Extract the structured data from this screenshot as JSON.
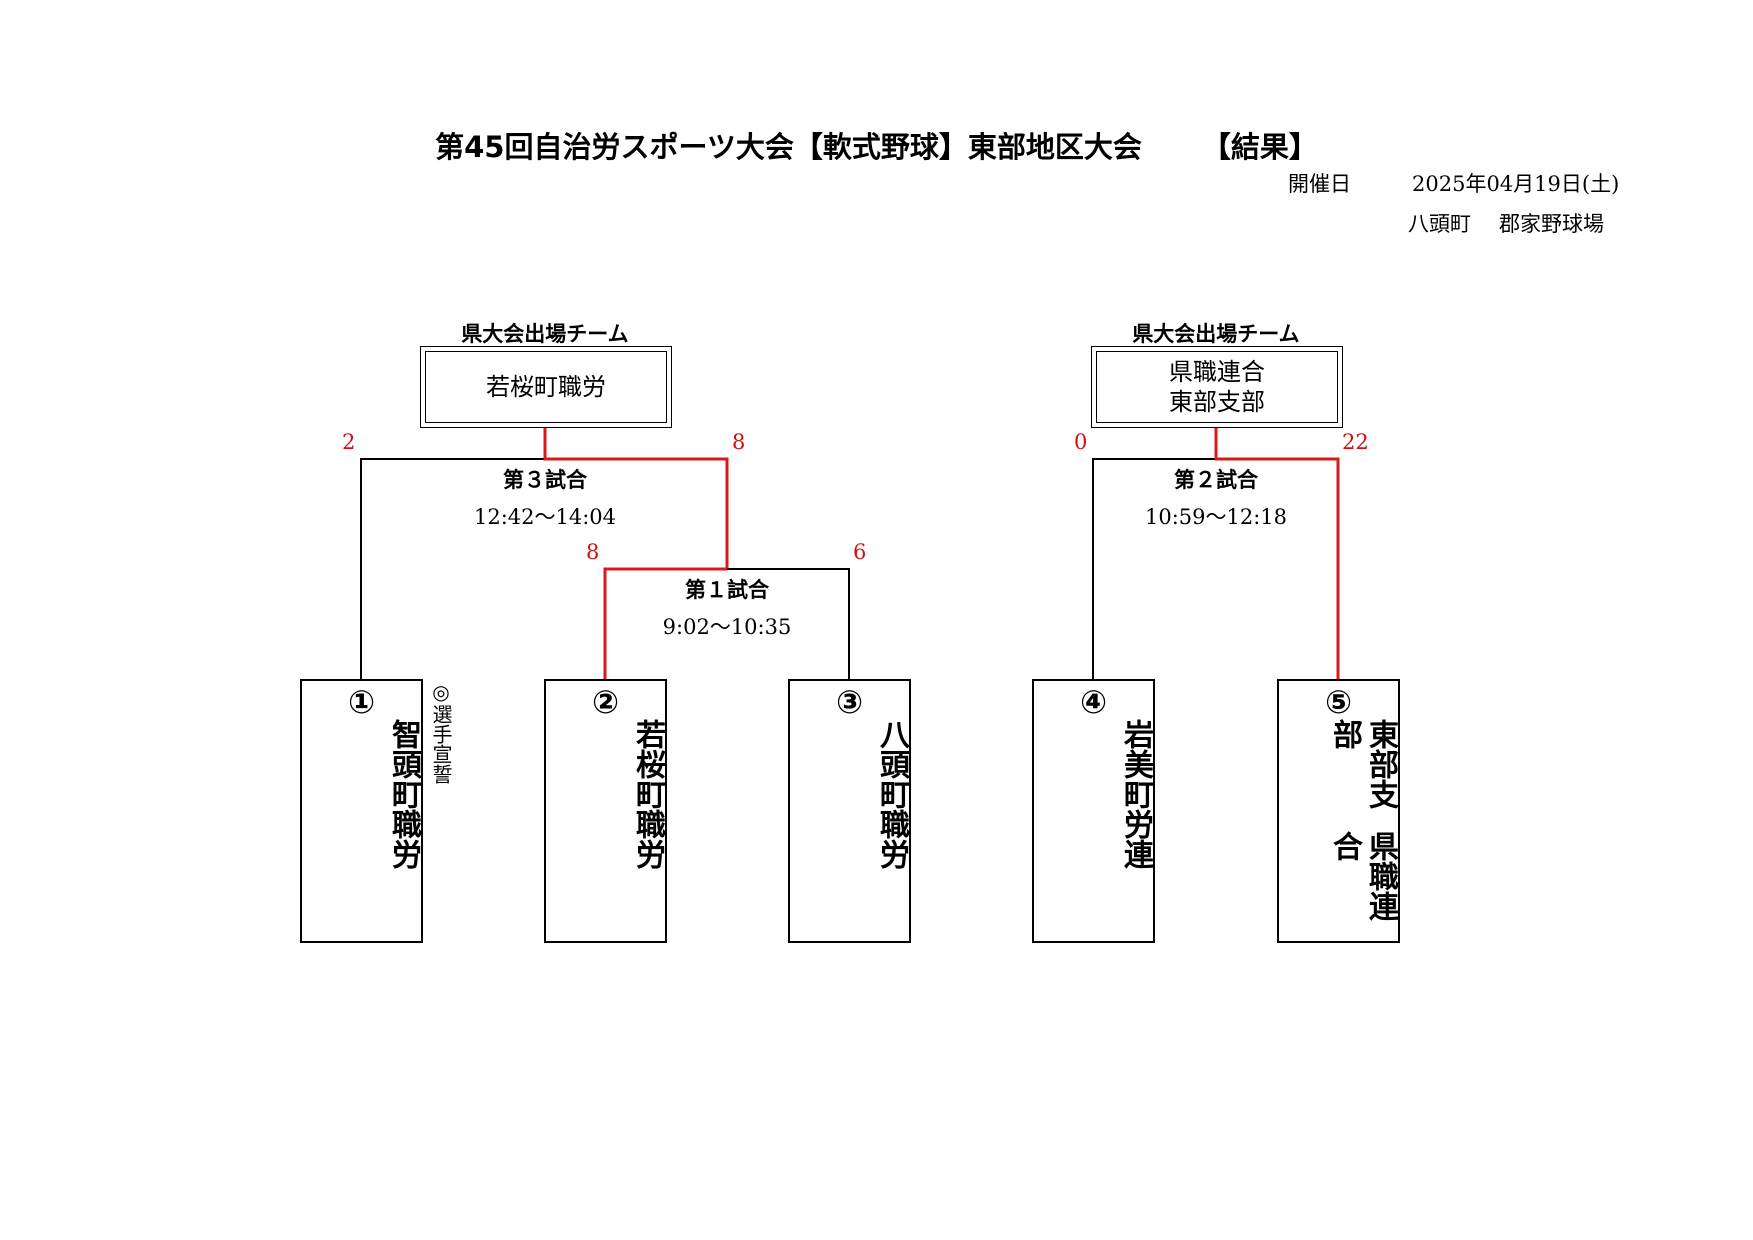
{
  "header": {
    "title_main": "第45回自治労スポーツ大会【軟式野球】東部地区大会",
    "title_result": "【結果】",
    "date_label": "開催日",
    "date_value": "2025年04月19日(土)",
    "venue_town": "八頭町",
    "venue_field": "郡家野球場"
  },
  "qualifiers": [
    {
      "label": "県大会出場チーム",
      "team_line1": "若桜町職労",
      "team_line2": ""
    },
    {
      "label": "県大会出場チーム",
      "team_line1": "県職連合",
      "team_line2": "東部支部"
    }
  ],
  "teams": [
    {
      "number": "①",
      "name": "智頭町職労",
      "col1": "",
      "col2": ""
    },
    {
      "number": "②",
      "name": "若桜町職労",
      "col1": "",
      "col2": ""
    },
    {
      "number": "③",
      "name": "八頭町職労",
      "col1": "",
      "col2": ""
    },
    {
      "number": "④",
      "name": "岩美町労連",
      "col1": "",
      "col2": ""
    },
    {
      "number": "⑤",
      "name": "",
      "col1": "県職連合",
      "col2": "東部支部"
    }
  ],
  "oath_note": "◎選手宣誓",
  "matches": [
    {
      "label": "第１試合",
      "time": "9:02〜10:35",
      "score_left": "8",
      "score_right": "6"
    },
    {
      "label": "第２試合",
      "time": "10:59〜12:18",
      "score_left": "0",
      "score_right": "22"
    },
    {
      "label": "第３試合",
      "time": "12:42〜14:04",
      "score_left": "2",
      "score_right": "8"
    }
  ],
  "colors": {
    "winner_line": "#d91a1a",
    "loser_line": "#000000",
    "score_text": "#d01010"
  }
}
